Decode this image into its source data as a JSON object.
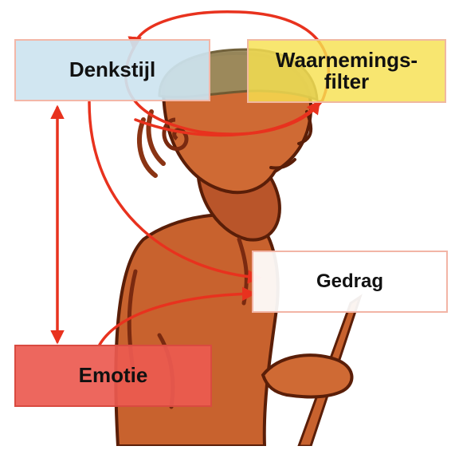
{
  "diagram": {
    "boxes": {
      "denkstijl": "Denkstijl",
      "waarneming_line1": "Waarnemings-",
      "waarneming_line2": "filter",
      "gedrag": "Gedrag",
      "emotie": "Emotie"
    },
    "colors": {
      "arrow": "#e8321e",
      "figure_skin": "#c8622e",
      "figure_shadow": "#7a2a10",
      "turban": "#9a8b5e",
      "denkstijl_fill": "#cde4f0",
      "waarneming_fill": "#f6e150",
      "emotie_fill": "#ec5a50"
    },
    "illustration": "bearded-thinker-figure"
  }
}
